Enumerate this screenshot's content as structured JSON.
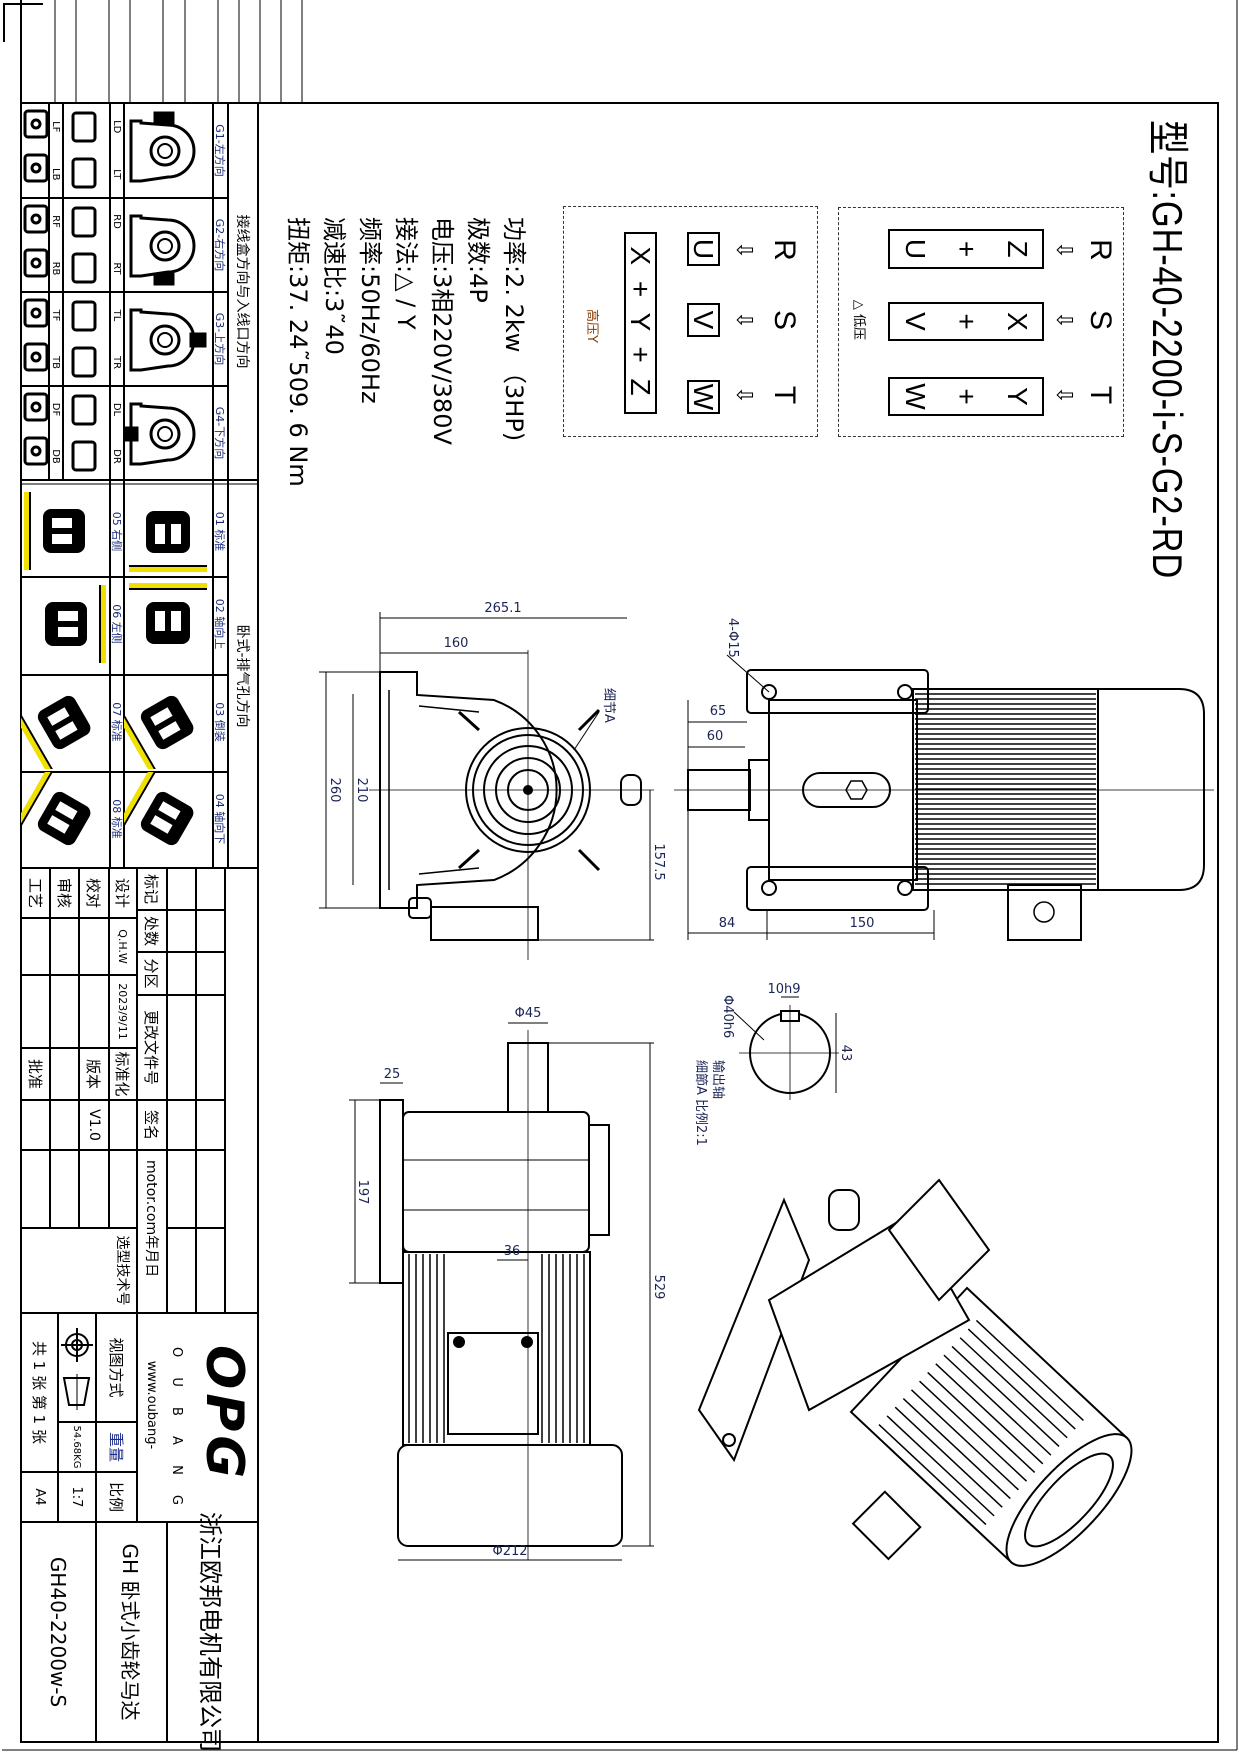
{
  "title": "型号:GH-40-2200-i-S-G2-RD",
  "wiring": {
    "low": {
      "label": "△ 低压",
      "phases": [
        "R",
        "S",
        "T"
      ],
      "arrow": "⇩",
      "groups": [
        [
          "Z",
          "+",
          "U"
        ],
        [
          "X",
          "+",
          "V"
        ],
        [
          "Y",
          "+",
          "W"
        ]
      ]
    },
    "high": {
      "label": "高压Y",
      "phases": [
        "R",
        "S",
        "T"
      ],
      "arrow": "⇩",
      "terminals": [
        "U",
        "V",
        "W"
      ],
      "star": "X + Y + Z"
    }
  },
  "specs": [
    "功率:2. 2kw （3HP)",
    "极数:4P",
    "电压:3相220V/380V",
    "接法:△ / Y",
    "频率:50Hz/60Hz",
    "减速比:3˜40",
    "扭矩:37. 24˜509. 6 Nm"
  ],
  "dimensions": {
    "front_width": "265.1",
    "front_center": "160",
    "front_height": "260",
    "front_mount": "210",
    "front_center_height": "157.5",
    "detail_a": "细节A",
    "holes": "4-Φ15",
    "shaft_65": "65",
    "shaft_60": "60",
    "side_84": "84",
    "side_150": "150",
    "shaft_dia": "Φ40h6",
    "key_width": "10h9",
    "key_height": "43",
    "output_shaft": "输出轴",
    "detail_scale": "細節A  比例2:1",
    "bottom_shaft": "Φ45",
    "flange_thick": "25",
    "flange_height": "197",
    "offset_36": "36",
    "total_length": "529",
    "motor_dia": "Φ212"
  },
  "mounting": {
    "header_terminal": "接线盒方向与入线口方向",
    "header_install": "卧式-排气孔方向",
    "g": [
      {
        "title": "G1-左方向",
        "codes": [
          "LD",
          "LT",
          "LF",
          "LB"
        ]
      },
      {
        "title": "G2-右方向",
        "codes": [
          "RD",
          "RT",
          "RF",
          "RB"
        ]
      },
      {
        "title": "G3-上方向",
        "codes": [
          "TL",
          "TR",
          "TF",
          "TB"
        ]
      },
      {
        "title": "G4-下方向",
        "codes": [
          "DL",
          "DR",
          "DF",
          "DB"
        ]
      }
    ],
    "q_top": [
      "01 标准",
      "02 轴向上",
      "03 倒装",
      "04 轴向下"
    ],
    "q_bottom": [
      "05 右侧",
      "06 左侧",
      "07 标准",
      "08 标准"
    ]
  },
  "revision": {
    "headers": [
      "标记",
      "处数",
      "分区",
      "更改文件号",
      "签名",
      "motor.com年月日"
    ],
    "roles": [
      "设计",
      "校对",
      "审核",
      "工艺"
    ],
    "designer": "Q.H.W",
    "date": "2023/9/11",
    "standardization": "标准化",
    "version_label": "版本",
    "version": "V1.0",
    "approval": "批准",
    "selection_code": "选型技术号"
  },
  "title_block": {
    "logo": "OPG",
    "brand": "O U B A N G",
    "website": "www.oubang-",
    "view_method": "视图方式",
    "weight_label": "重量",
    "weight": "54.68KG",
    "scale_label": "比例",
    "scale": "1:7",
    "paper": "A4",
    "sheets": "共 1 张  第 1 张",
    "company": "浙江欧邦电机有限公司",
    "product": "GH  卧式小齿轮马达",
    "code": "GH40-2200w-S"
  }
}
